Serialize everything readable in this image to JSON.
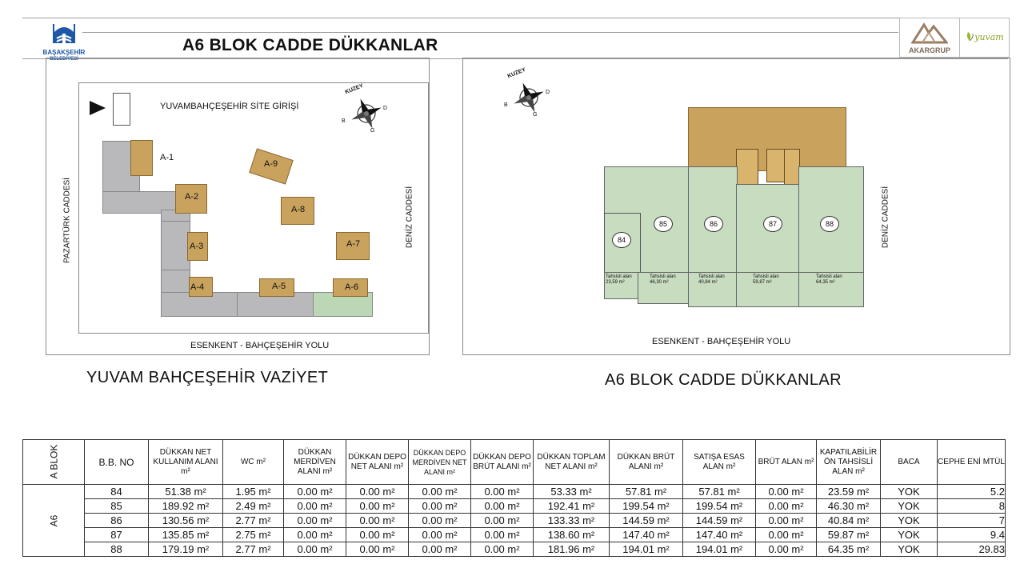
{
  "header": {
    "title": "A6 BLOK  CADDE DÜKKANLAR",
    "municipality_logo": {
      "name": "BAŞAKŞEHİR",
      "sub": "BELEDİYESİ",
      "icon": "mosque-emblem-icon"
    },
    "brand_logo": {
      "name": "AKARGRUP",
      "icon": "akar-mountain-logo-icon"
    },
    "partner_logo": {
      "name": "yuvam",
      "icon": "yuvam-leaf-logo-icon"
    }
  },
  "site_plan": {
    "entrance_label": "YUVAMBAHÇEŞEHİR SİTE GİRİŞİ",
    "compass_label": "KUZEY",
    "compass_letters": {
      "east": "D",
      "south": "G",
      "west": "B"
    },
    "left_street": "PAZARTÜRK CADDESİ",
    "right_street": "DENİZ CADDESİ",
    "bottom_street": "ESENKENT - BAHÇEŞEHİR YOLU",
    "blocks": [
      "A-1",
      "A-2",
      "A-3",
      "A-4",
      "A-5",
      "A-6",
      "A-7",
      "A-8",
      "A-9"
    ],
    "caption": "YUVAM BAHÇEŞEHİR VAZİYET"
  },
  "floor_plan": {
    "compass_label": "KUZEY",
    "compass_letters": {
      "east": "D",
      "south": "G",
      "west": "B"
    },
    "right_street": "DENİZ CADDESİ",
    "bottom_street": "ESENKENT - BAHÇEŞEHİR YOLU",
    "shops": [
      {
        "no": "84",
        "alloc_label": "Tahsisli alan",
        "alloc_value": "23,59 m²"
      },
      {
        "no": "85",
        "alloc_label": "Tahsisli alan",
        "alloc_value": "46,30 m²"
      },
      {
        "no": "86",
        "alloc_label": "Tahsisli alan",
        "alloc_value": "40,84 m²"
      },
      {
        "no": "87",
        "alloc_label": "Tahsisli alan",
        "alloc_value": "59,87 m²"
      },
      {
        "no": "88",
        "alloc_label": "Tahsisli alan",
        "alloc_value": "64,35 m²"
      }
    ],
    "caption": "A6 BLOK CADDE DÜKKANLAR"
  },
  "table": {
    "block_col_header": "A BLOK",
    "headers": [
      "B.B. NO",
      "DÜKKAN NET KULLANIM ALANI m²",
      "WC m²",
      "DÜKKAN MERDİVEN ALANI m²",
      "DÜKKAN DEPO NET ALANI m²",
      "DÜKKAN DEPO MERDİVEN NET ALANI m²",
      "DÜKKAN DEPO BRÜT ALANI m²",
      "DÜKKAN TOPLAM NET ALANI m²",
      "DÜKKAN BRÜT ALANI m²",
      "SATIŞA ESAS ALAN m²",
      "BRÜT ALAN m²",
      "KAPATILABİLİR ÖN TAHSİSLİ ALAN m²",
      "BACA",
      "CEPHE ENİ MTÜL"
    ],
    "block_value": "A6",
    "rows": [
      [
        "84",
        "51.38 m²",
        "1.95 m²",
        "0.00 m²",
        "0.00 m²",
        "0.00 m²",
        "0.00 m²",
        "53.33 m²",
        "57.81 m²",
        "57.81 m²",
        "0.00 m²",
        "23.59 m²",
        "YOK",
        "5.2"
      ],
      [
        "85",
        "189.92 m²",
        "2.49 m²",
        "0.00 m²",
        "0.00 m²",
        "0.00 m²",
        "0.00 m²",
        "192.41 m²",
        "199.54 m²",
        "199.54 m²",
        "0.00 m²",
        "46.30 m²",
        "YOK",
        "8"
      ],
      [
        "86",
        "130.56 m²",
        "2.77 m²",
        "0.00 m²",
        "0.00 m²",
        "0.00 m²",
        "0.00 m²",
        "133.33 m²",
        "144.59 m²",
        "144.59 m²",
        "0.00 m²",
        "40.84 m²",
        "YOK",
        "7"
      ],
      [
        "87",
        "135.85 m²",
        "2.75 m²",
        "0.00 m²",
        "0.00 m²",
        "0.00 m²",
        "0.00 m²",
        "138.60 m²",
        "147.40 m²",
        "147.40 m²",
        "0.00 m²",
        "59.87 m²",
        "YOK",
        "9.4"
      ],
      [
        "88",
        "179.19 m²",
        "2.77 m²",
        "0.00 m²",
        "0.00 m²",
        "0.00 m²",
        "0.00 m²",
        "181.96 m²",
        "194.01 m²",
        "194.01 m²",
        "0.00 m²",
        "64.35 m²",
        "YOK",
        "29.83"
      ]
    ]
  },
  "colors": {
    "building_tan": "#c9a25e",
    "podium_gray": "#b9b9bc",
    "shop_green": "#c8dcc0",
    "podium_green": "#bcd7b5",
    "accent_blue": "#1c57a8"
  }
}
